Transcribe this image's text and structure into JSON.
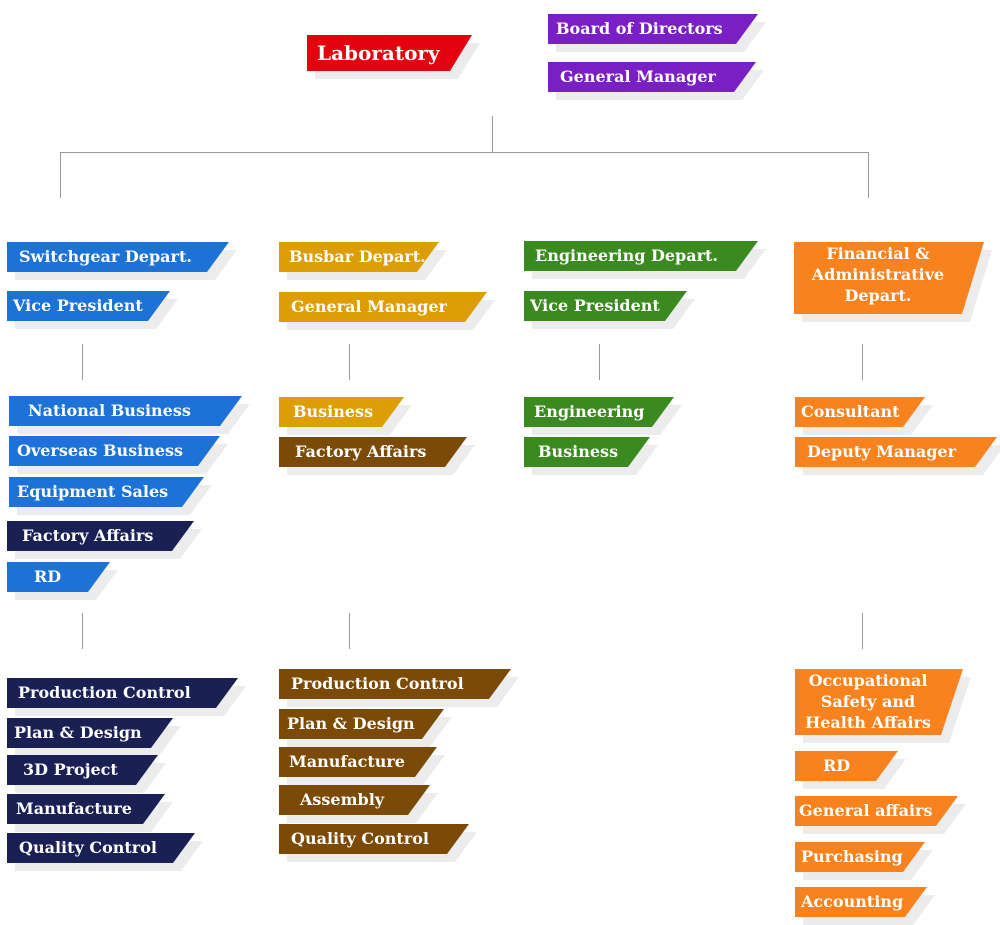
{
  "top": {
    "laboratory": "Laboratory",
    "board": "Board of Directors",
    "general_manager": "General Manager"
  },
  "switchgear": {
    "head": "Switchgear Depart.",
    "lead": "Vice President",
    "units": [
      "National Business",
      "Overseas Business",
      "Equipment Sales",
      "Factory Affairs",
      "RD"
    ],
    "factory": [
      "Production Control",
      "Plan & Design",
      "3D Project",
      "Manufacture",
      "Quality Control"
    ]
  },
  "busbar": {
    "head": "Busbar Depart.",
    "lead": "General Manager",
    "units": [
      "Business",
      "Factory Affairs"
    ],
    "factory": [
      "Production Control",
      "Plan & Design",
      "Manufacture",
      "Assembly",
      "Quality Control"
    ]
  },
  "engineering": {
    "head": "Engineering Depart.",
    "lead": "Vice President",
    "units": [
      "Engineering",
      "Business"
    ]
  },
  "financial": {
    "head_lines": [
      "Financial &",
      "Administrative",
      "Depart."
    ],
    "units": [
      "Consultant",
      "Deputy Manager"
    ],
    "deputy": [
      "Occupational",
      "Safety and",
      "Health Affairs"
    ],
    "sections": [
      "RD",
      "General affairs",
      "Purchasing",
      "Accounting"
    ]
  },
  "colors": {
    "red": "#e3020d",
    "purple": "#7a1fc3",
    "blue": "#1d72d8",
    "navy": "#1a2054",
    "gold": "#dc9d05",
    "brown": "#7a4a06",
    "green": "#3b8a20",
    "orange": "#f7821e"
  }
}
